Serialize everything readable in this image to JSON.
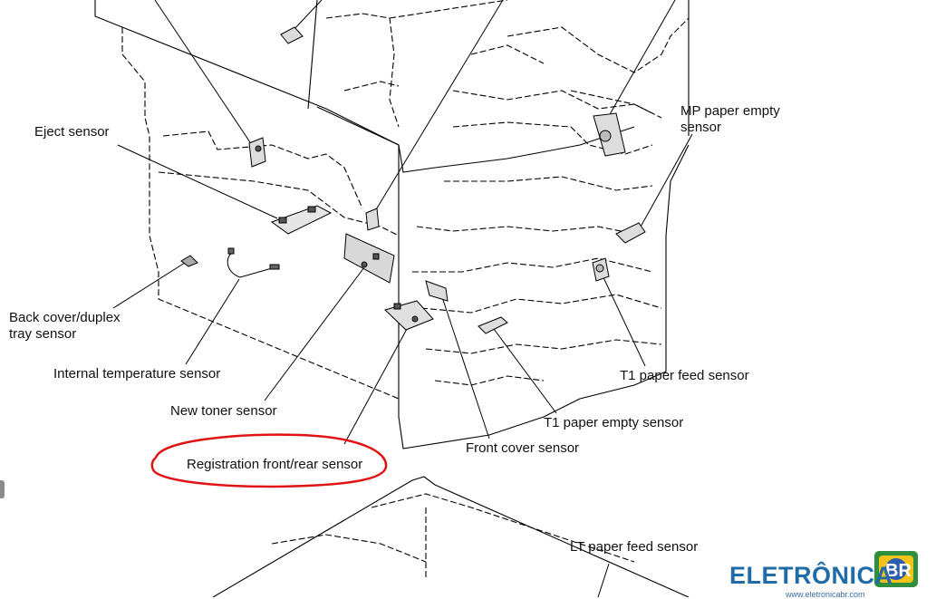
{
  "labels": {
    "eject": "Eject sensor",
    "mp_line1": "MP paper empty",
    "mp_line2": "sensor",
    "back_line1": "Back cover/duplex",
    "back_line2": "tray sensor",
    "internal_temp": "Internal temperature sensor",
    "new_toner": "New toner sensor",
    "registration": "Registration front/rear sensor",
    "front_cover": "Front cover sensor",
    "t1_feed": "T1 paper feed sensor",
    "t1_empty": "T1 paper empty sensor",
    "lt_feed": "LT paper feed sensor"
  },
  "highlight": {
    "target": "Registration front/rear sensor",
    "color": "#e01414"
  },
  "watermark": {
    "title": "ELETRÔNICA",
    "badge": "BR",
    "url": "www.eletronicabr.com",
    "title_color": "#1f6ca8"
  }
}
